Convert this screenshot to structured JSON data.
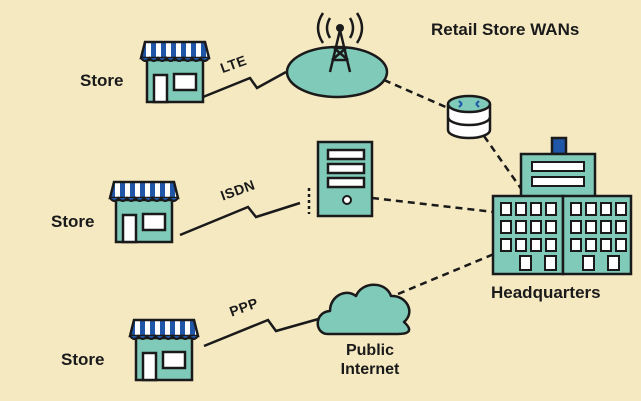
{
  "title": "Retail Store WANs",
  "nodes": {
    "stores": [
      {
        "label": "Store",
        "link": "LTE"
      },
      {
        "label": "Store",
        "link": "ISDN"
      },
      {
        "label": "Store",
        "link": "PPP"
      }
    ],
    "headquarters": {
      "label": "Headquarters"
    },
    "public_internet": {
      "line1": "Public",
      "line2": "Internet"
    }
  },
  "colors": {
    "background": "#f5e9c2",
    "teal": "#7fcab9",
    "awning_blue": "#1f56a8",
    "outline": "#1a1a1a"
  },
  "icons": [
    "store-icon",
    "cell-tower-icon",
    "database-icon",
    "server-icon",
    "cloud-icon",
    "headquarters-building-icon"
  ]
}
